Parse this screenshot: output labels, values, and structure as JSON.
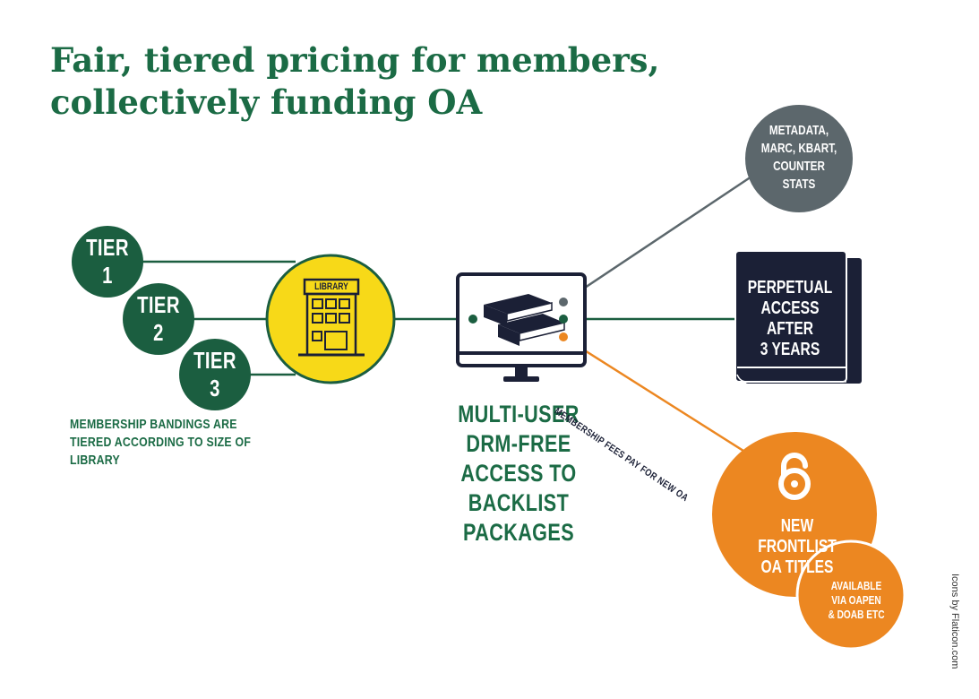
{
  "title": {
    "line1": "Fair, tiered pricing for members,",
    "line2": "collectively funding OA"
  },
  "tiers": [
    {
      "label": "TIER 1"
    },
    {
      "label": "TIER 2"
    },
    {
      "label": "TIER 3"
    }
  ],
  "tiers_note": "MEMBERSHIP BANDINGS ARE TIERED ACCORDING TO SIZE OF LIBRARY",
  "library_sign": "LIBRARY",
  "center": {
    "lines": [
      "MULTI-USER",
      "DRM-FREE",
      "ACCESS TO",
      "BACKLIST",
      "PACKAGES"
    ]
  },
  "metadata": {
    "lines": [
      "METADATA,",
      "MARC, KBART,",
      "COUNTER",
      "STATS"
    ]
  },
  "perpetual": {
    "lines": [
      "PERPETUAL",
      "ACCESS AFTER",
      "3 YEARS"
    ]
  },
  "fees_label": "MEMBERSHIP FEES PAY FOR NEW OA",
  "oa": {
    "lines": [
      "NEW FRONTLIST",
      "OA TITLES"
    ]
  },
  "available": {
    "lines": [
      "AVAILABLE",
      "VIA OAPEN",
      "& DOAB ETC"
    ]
  },
  "credit": "Icons by Flaticon.com",
  "colors": {
    "green": "#1b5e40",
    "title_green": "#1b6b45",
    "yellow": "#f7d918",
    "navy": "#1b2036",
    "grey": "#5c676c",
    "orange": "#ec8721"
  },
  "icons": [
    "library-building-icon",
    "monitor-books-icon",
    "open-access-lock-icon",
    "book-icon"
  ]
}
